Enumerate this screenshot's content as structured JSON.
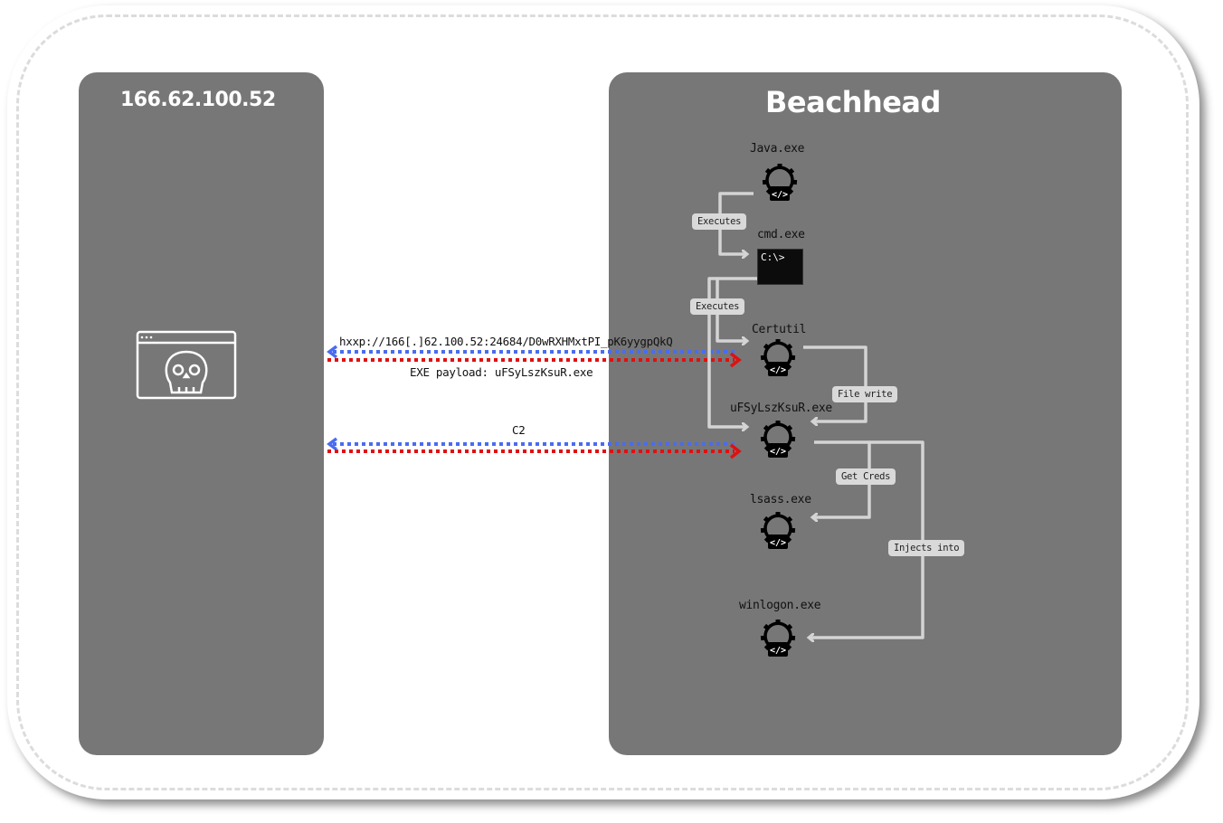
{
  "left_panel": {
    "title": "166.62.100.52",
    "icon": "malicious-browser-skull-icon"
  },
  "right_panel": {
    "title": "Beachhead",
    "processes": [
      {
        "name": "Java.exe",
        "icon": "gear-code-icon"
      },
      {
        "name": "cmd.exe",
        "icon": "terminal-icon",
        "terminal_text": "C:\\>"
      },
      {
        "name": "Certutil",
        "icon": "gear-code-icon"
      },
      {
        "name": "uFSyLszKsuR.exe",
        "icon": "gear-code-icon"
      },
      {
        "name": "lsass.exe",
        "icon": "gear-code-icon"
      },
      {
        "name": "winlogon.exe",
        "icon": "gear-code-icon"
      }
    ],
    "edges": [
      {
        "from": "Java.exe",
        "to": "cmd.exe",
        "label": "Executes"
      },
      {
        "from": "cmd.exe",
        "to": "Certutil",
        "label": "Executes"
      },
      {
        "from": "Certutil",
        "to": "uFSyLszKsuR.exe",
        "label": "File write"
      },
      {
        "from": "uFSyLszKsuR.exe",
        "to": "lsass.exe",
        "label": "Get Creds"
      },
      {
        "from": "uFSyLszKsuR.exe",
        "to": "winlogon.exe",
        "label": "Injects into"
      }
    ]
  },
  "connections": [
    {
      "label_top": "hxxp://166[.]62.100.52:24684/D0wRXHMxtPI_pK6yygpQkQ",
      "label_bottom": "EXE payload: uFSyLszKsuR.exe",
      "request_color": "#4a6cf0",
      "response_color": "#e01010"
    },
    {
      "label_top": "C2",
      "request_color": "#4a6cf0",
      "response_color": "#e01010"
    }
  ]
}
